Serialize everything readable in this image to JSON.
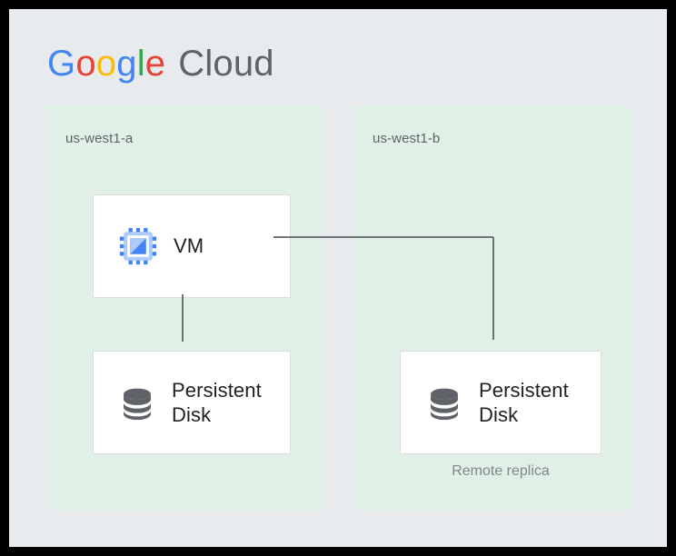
{
  "logo": {
    "google_letters": [
      {
        "char": "G",
        "color": "#4285f4"
      },
      {
        "char": "o",
        "color": "#ea4335"
      },
      {
        "char": "o",
        "color": "#fbbc05"
      },
      {
        "char": "g",
        "color": "#4285f4"
      },
      {
        "char": "l",
        "color": "#34a853"
      },
      {
        "char": "e",
        "color": "#ea4335"
      }
    ],
    "google_text": "Google",
    "cloud_text": "Cloud"
  },
  "zones": [
    {
      "id": "zone-a",
      "label": "us-west1-a"
    },
    {
      "id": "zone-b",
      "label": "us-west1-b"
    }
  ],
  "nodes": {
    "vm": {
      "label": "VM",
      "icon": "cpu-chip-icon"
    },
    "disk_primary": {
      "label": "Persistent Disk",
      "icon": "database-disk-icon"
    },
    "disk_replica": {
      "label": "Persistent Disk",
      "icon": "database-disk-icon",
      "caption": "Remote replica"
    }
  },
  "connectors": [
    {
      "name": "vm-to-disk-bidirectional",
      "from": "vm",
      "to": "disk_primary",
      "style": "double-arrow-vertical"
    },
    {
      "name": "replication-elbow",
      "from": "vm",
      "to": "disk_replica",
      "style": "elbow-double-arrow"
    }
  ],
  "colors": {
    "canvas_background": "#e8ebee",
    "zone_background": "#e1f0e7",
    "card_background": "#ffffff",
    "card_border": "#dadce0",
    "connector": "#5f6368",
    "label_text": "#5f6368",
    "caption_text": "#80868b",
    "node_text": "#202124",
    "chip_blue": "#4285f4",
    "chip_light_blue": "#aecbfa",
    "disk_gray": "#5f6368",
    "frame": "#000000"
  }
}
